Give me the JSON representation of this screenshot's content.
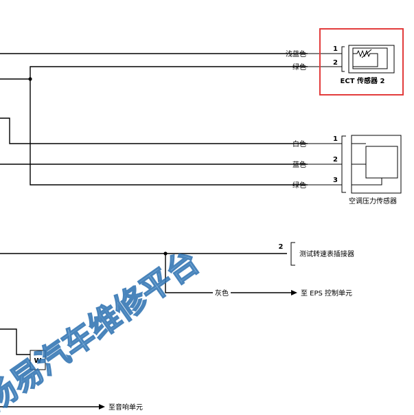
{
  "ect_sensor": {
    "name": "ECT 传感器 2",
    "pins": [
      "1",
      "2"
    ],
    "wires": [
      "浅蓝色",
      "绿色"
    ]
  },
  "ac_sensor": {
    "name": "空调压力传感器",
    "pins": [
      "1",
      "2",
      "3"
    ],
    "wires": [
      "白色",
      "蓝色",
      "绿色"
    ]
  },
  "test_connector": {
    "name": "测试转速表插接器",
    "pin": "2"
  },
  "eps": {
    "wire": "灰色",
    "destination": "至 EPS 控制单元"
  },
  "audio": {
    "destination": "至音响单元",
    "junction_label": "W"
  },
  "watermark": "汤易汽车维修平台",
  "colors": {
    "highlight": "#e23b3b",
    "watermark_fill": "#7fb6e3",
    "watermark_stroke": "#2a6fb0"
  }
}
